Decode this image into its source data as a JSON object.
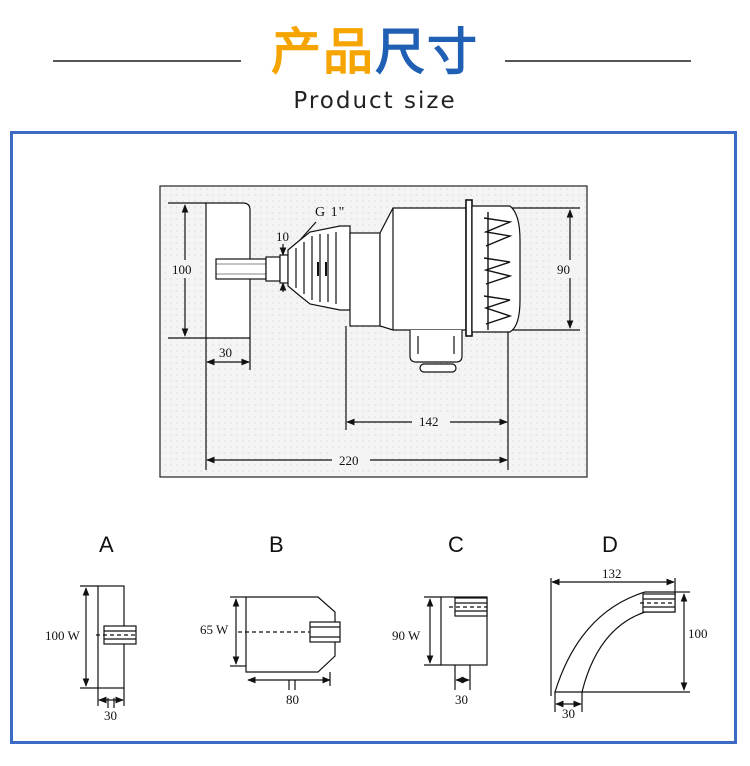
{
  "header": {
    "title_part1": "产品",
    "title_part2": "尺寸",
    "subtitle": "Product size"
  },
  "main_drawing": {
    "thread_label": "G 1\"",
    "dim_10": "10",
    "dim_100": "100",
    "dim_90": "90",
    "dim_30": "30",
    "dim_142": "142",
    "dim_220": "220"
  },
  "variants": [
    {
      "letter": "A",
      "height_label": "100 W",
      "width_label": "30"
    },
    {
      "letter": "B",
      "height_label": "65 W",
      "width_label": "80"
    },
    {
      "letter": "C",
      "height_label": "90 W",
      "width_label": "30"
    },
    {
      "letter": "D",
      "top_label": "132",
      "height_label": "100",
      "width_label": "30"
    }
  ],
  "colors": {
    "title_orange": "#f5a400",
    "title_blue": "#1f5fb4",
    "frame_border": "#3b6bc5"
  }
}
